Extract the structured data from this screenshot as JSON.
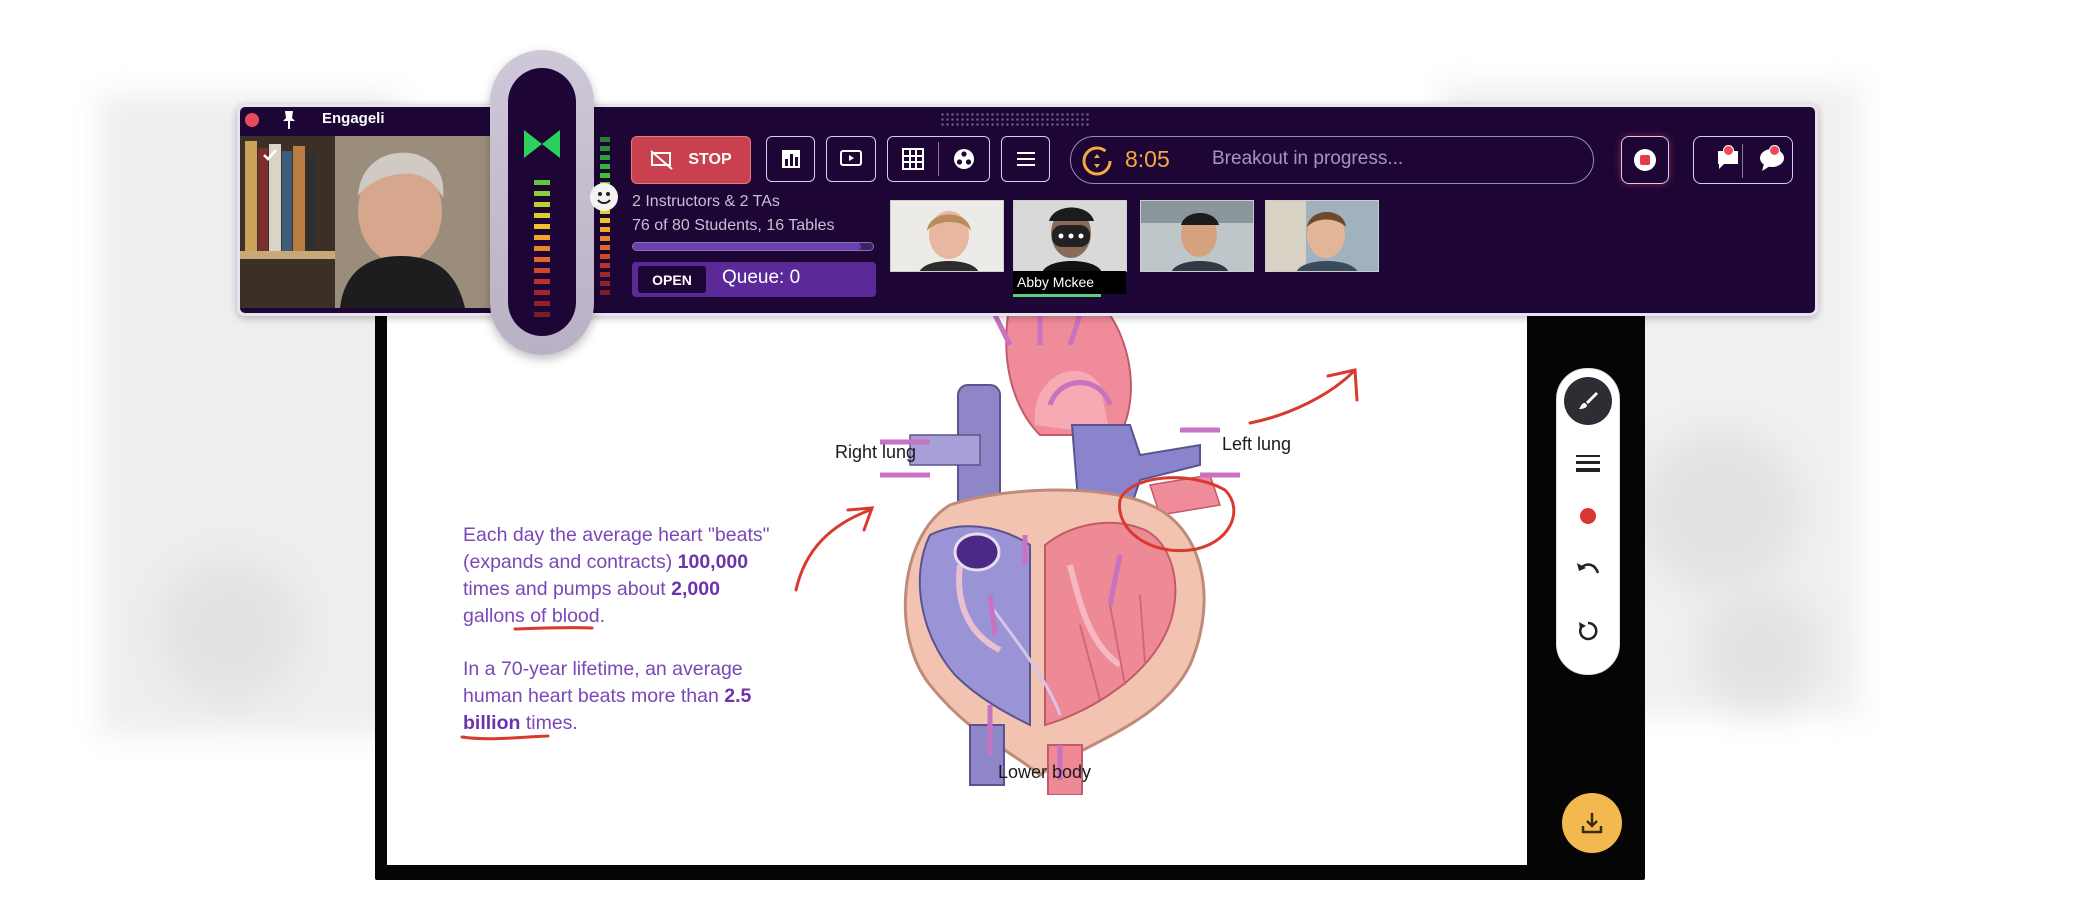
{
  "app": {
    "title": "Engageli"
  },
  "toolbar": {
    "stop_label": "STOP",
    "timer": "8:05",
    "breakout_status": "Breakout in progress..."
  },
  "session": {
    "staff_summary": "2 Instructors & 2 TAs",
    "student_summary": "76 of 80 Students, 16 Tables",
    "students_present": 76,
    "students_total": 80
  },
  "queue": {
    "status": "OPEN",
    "label": "Queue: 0"
  },
  "participants": [
    {
      "name": ""
    },
    {
      "name": "Abby Mckee"
    },
    {
      "name": ""
    },
    {
      "name": ""
    }
  ],
  "audio_level": {
    "level_segments_lit": 14,
    "segments_total": 18
  },
  "whiteboard": {
    "para1": {
      "a": "Each day the average heart \"beats\" (expands and contracts)",
      "b": "100,000",
      "c": " times and pumps about ",
      "d": "2,000",
      "e": " gallons of blood."
    },
    "para2": {
      "a": "In a 70-year lifetime, an average human heart beats more than",
      "b": "2.5 billion",
      "c": " times."
    },
    "labels": {
      "right_lung": "Right lung",
      "left_lung": "Left lung",
      "lower_body": "Lower body"
    }
  },
  "colors": {
    "bar_bg": "#1d0636",
    "stop_red": "#c9404f",
    "timer_orange": "#f6a93c",
    "board_text": "#7a47b8",
    "download_yellow": "#f4b94e",
    "annotation_red": "#d83a2e"
  },
  "icons": {
    "stop": "screen-off-icon",
    "poll": "bar-chart-icon",
    "present": "play-screen-icon",
    "grid": "grid-icon",
    "tables": "circles-icon",
    "menu": "hamburger-icon",
    "record": "record-icon",
    "raise": "raise-hand-chat-icon",
    "chat": "chat-bubble-icon",
    "brush": "brush-icon",
    "download": "download-icon"
  }
}
